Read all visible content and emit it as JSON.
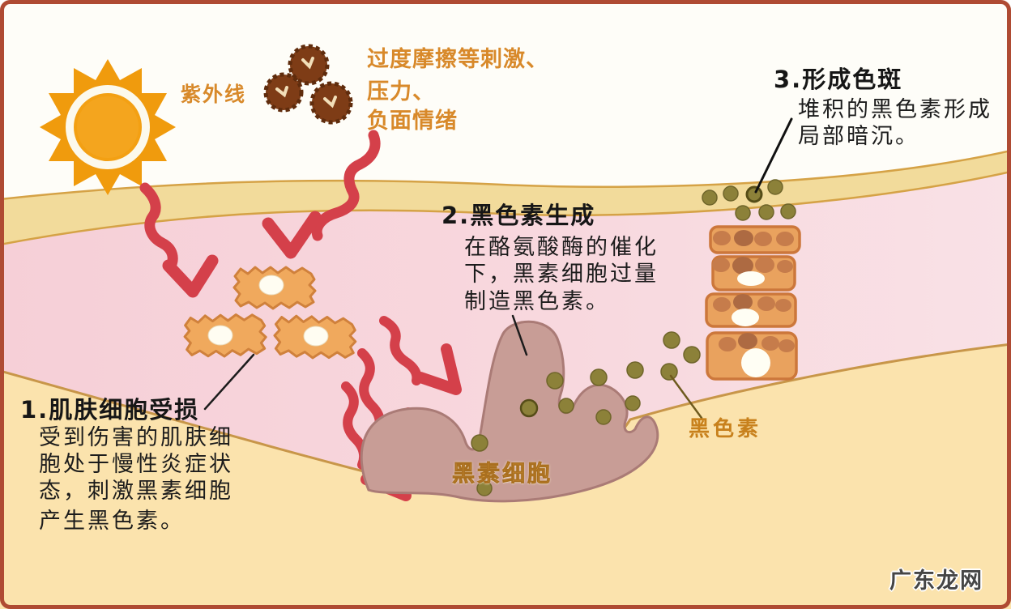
{
  "labels": {
    "uv": "紫外线",
    "stimuli": [
      "过度摩擦等刺激、",
      "压力、",
      "负面情绪"
    ],
    "melanocyte": "黑素细胞",
    "melanin": "黑色素"
  },
  "steps": [
    {
      "heading": "1.肌肤细胞受损",
      "body": [
        "受到伤害的肌肤细",
        "胞处于慢性炎症状",
        "态，刺激黑素细胞",
        "产生黑色素。"
      ]
    },
    {
      "heading": "2.黑色素生成",
      "body": [
        "在酪氨酸酶的催化",
        "下，黑素细胞过量",
        "制造黑色素。"
      ]
    },
    {
      "heading": "3.形成色斑",
      "body": [
        "堆积的黑色素形成",
        "局部暗沉。"
      ]
    }
  ],
  "watermark": "广东龙网",
  "colors": {
    "frame": "#AF4B33",
    "sun": "#F09B0D",
    "uv_label": "#D8892A",
    "arrow_red": "#D4404A",
    "corneum_band": "#F2DB9B",
    "epidermis_pink": "#F7D4DA",
    "dermis_tan": "#FBE3AD",
    "skin_cell": "#F0A95D",
    "melanocyte_fill": "#C89D96",
    "melanin_dot": "#8C8139",
    "stack_cell": "#E9A25E",
    "virus": "#7E3C16",
    "text_black": "#1C1C1C"
  }
}
